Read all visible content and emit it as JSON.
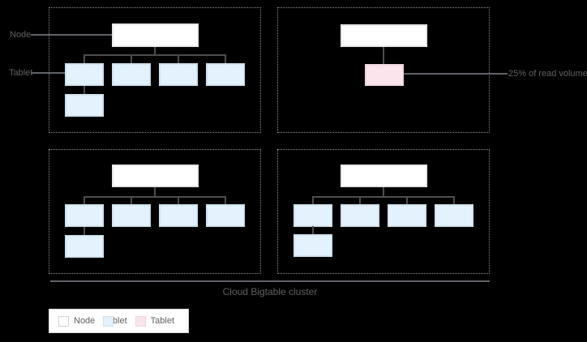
{
  "diagram": {
    "title": "Cloud Bigtable cluster",
    "callouts": {
      "node": "Node",
      "tablet": "Tablet",
      "read_volume": "25% of read volume"
    },
    "node_groups": [
      {
        "position": "top-left",
        "tablets": 5,
        "hot_tablets": 0
      },
      {
        "position": "top-right",
        "tablets": 0,
        "hot_tablets": 1
      },
      {
        "position": "bottom-left",
        "tablets": 5,
        "hot_tablets": 0
      },
      {
        "position": "bottom-right",
        "tablets": 5,
        "hot_tablets": 0
      }
    ]
  },
  "legend": {
    "items": [
      {
        "label": "Node",
        "swatch": "node"
      },
      {
        "label": "Tablet",
        "swatch": "tablet"
      },
      {
        "label": "Tablet",
        "swatch": "hot-tablet"
      }
    ]
  },
  "colors": {
    "background": "#000000",
    "node_fill": "#ffffff",
    "node_border": "#e8e8e8",
    "tablet_fill": "#e3f2fd",
    "tablet_border": "#cfe2ee",
    "hot_tablet_fill": "#fce4ec",
    "hot_tablet_border": "#eed6de",
    "connector_line": "#4d4d4d",
    "pointer_line": "#5f6368",
    "zone_border": "#8e8e8e",
    "label_text": "#616161",
    "legend_bg": "#ffffff",
    "legend_border": "#e0e0e0"
  }
}
